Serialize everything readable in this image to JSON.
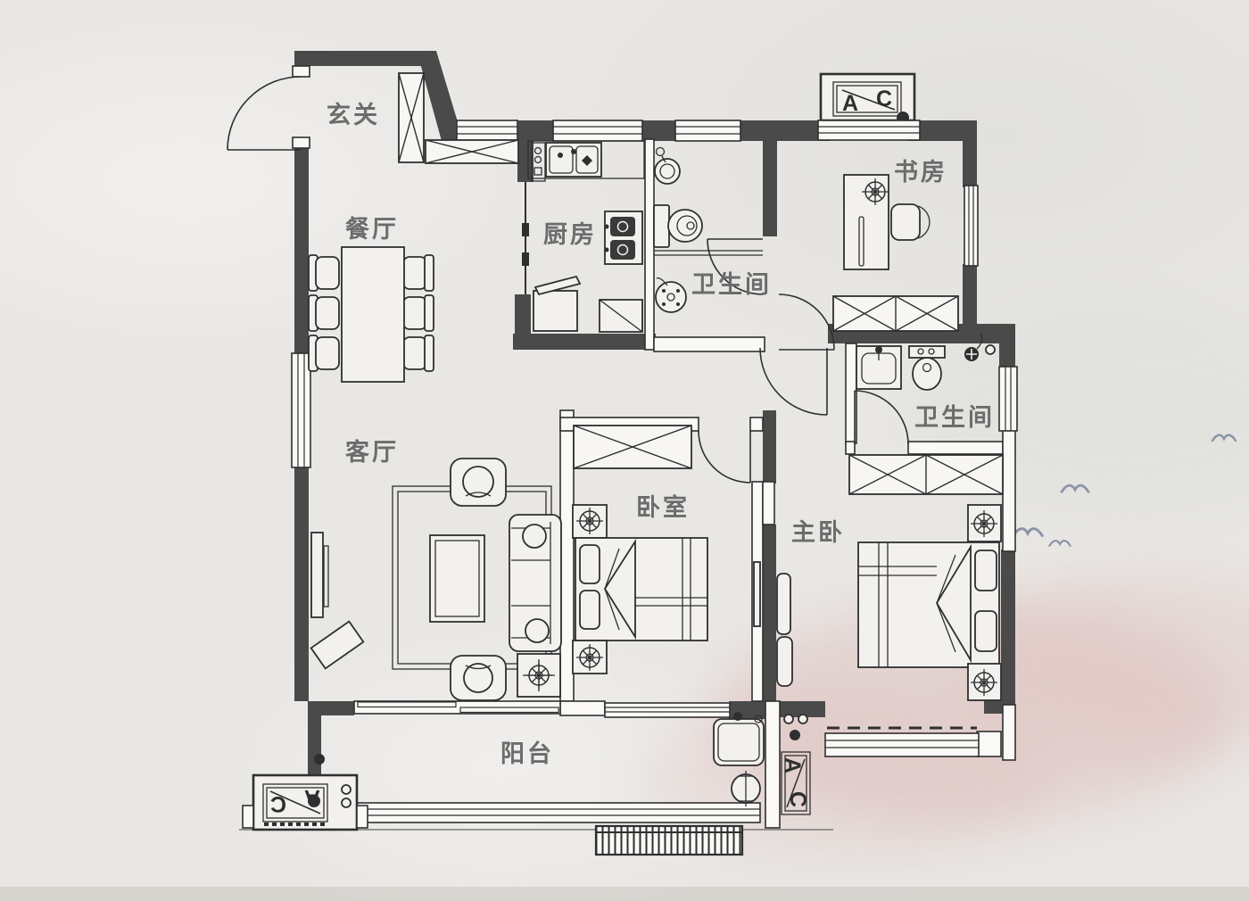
{
  "plan": {
    "title": "apartment-floor-plan",
    "rooms": [
      {
        "id": "entry",
        "label": "玄关"
      },
      {
        "id": "dining",
        "label": "餐厅"
      },
      {
        "id": "kitchen",
        "label": "厨房"
      },
      {
        "id": "bath1",
        "label": "卫生间"
      },
      {
        "id": "study",
        "label": "书房"
      },
      {
        "id": "living",
        "label": "客厅"
      },
      {
        "id": "bedroom",
        "label": "卧室"
      },
      {
        "id": "master",
        "label": "主卧"
      },
      {
        "id": "bath2",
        "label": "卫生间"
      },
      {
        "id": "balcony",
        "label": "阳台"
      }
    ],
    "ac_units": [
      {
        "id": "ac-top-right",
        "a": "A",
        "c": "C"
      },
      {
        "id": "ac-bottom-left",
        "a": "A",
        "c": "C"
      },
      {
        "id": "ac-bottom-right",
        "a": "A",
        "c": "C"
      }
    ],
    "colors": {
      "wall": "#4a4a4b",
      "line": "#2f2f30",
      "label": "#6c6c6c",
      "paper": "#e9e7e4",
      "pink_wash": "#d9aeac",
      "bird": "#8a93a6"
    }
  }
}
